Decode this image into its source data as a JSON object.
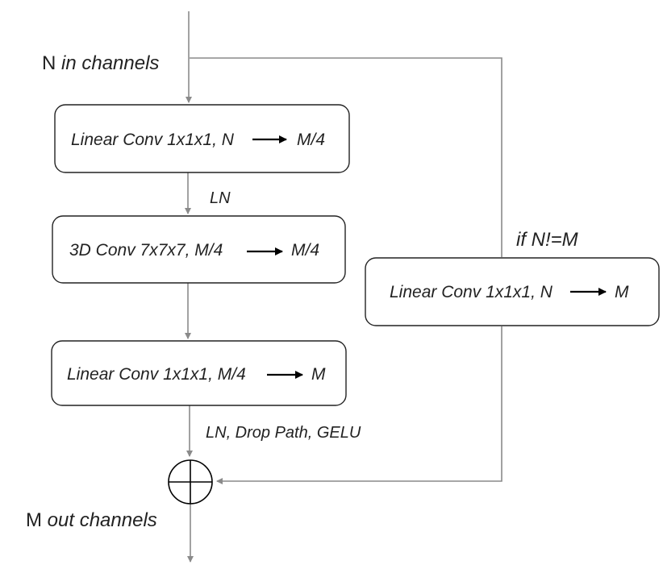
{
  "input_label": {
    "var": "N",
    "text": " in channels"
  },
  "output_label": {
    "var": "M",
    "text": " out channels"
  },
  "blocks": [
    {
      "left": "Linear Conv 1x1x1, N",
      "right": "M/4"
    },
    {
      "left": "3D Conv 7x7x7, M/4",
      "right": "M/4"
    },
    {
      "left": "Linear Conv 1x1x1, M/4",
      "right": "M"
    }
  ],
  "skip_block": {
    "left": "Linear Conv 1x1x1, N",
    "right": "M"
  },
  "edge_labels": {
    "after_block1": "LN",
    "after_block3": "LN, Drop Path, GELU",
    "skip_condition": "if N!=M"
  },
  "colors": {
    "wire": "#8a8a8a",
    "box_stroke": "#222222",
    "text": "#222222",
    "arrow": "#000000"
  }
}
